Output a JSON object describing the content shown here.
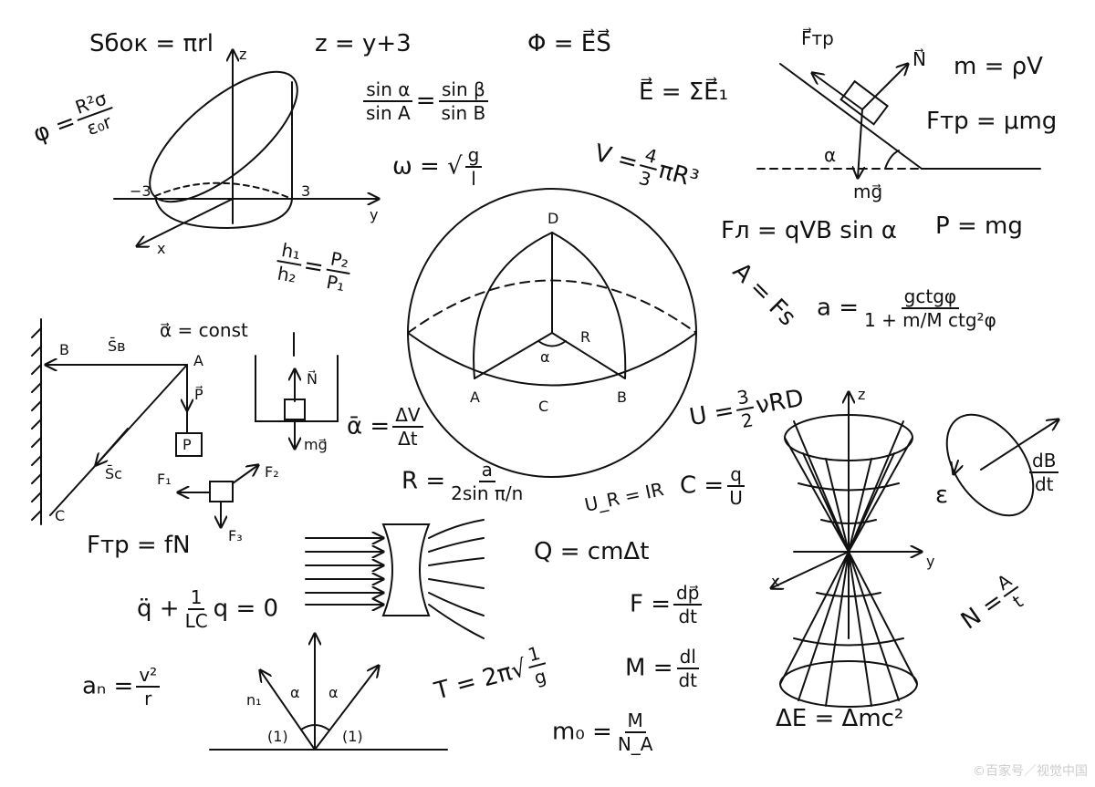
{
  "formulas": {
    "s_side": "Sбок = πrl",
    "z_eq": "z = y+3",
    "flux": "Φ = E⃗S⃗",
    "snell": {
      "n1": "sin α",
      "d1": "sin A",
      "eq": "=",
      "n2": "sin β",
      "d2": "sin B"
    },
    "e_sum": "E⃗ = ΣE⃗₁",
    "phi": {
      "lhs": "φ =",
      "num": "R²σ",
      "den": "ε₀r"
    },
    "ftr_label": "F⃗тр",
    "n_label": "N⃗",
    "m_rho": "m = ρV",
    "ftr_mg": "Fтр = μmg",
    "incline_alpha": "α",
    "incline_mg": "mg⃗",
    "omega": {
      "lhs": "ω = √",
      "num": "g",
      "den": "l"
    },
    "volume": {
      "lhs": "V =",
      "num": "4",
      "den": "3",
      "rhs": "πR³"
    },
    "lorentz": "Fл = qVB sin α",
    "p_mg": "P = mg",
    "hydro": {
      "n1": "h₁",
      "d1": "h₂",
      "eq": "=",
      "n2": "P₂",
      "d2": "P₁"
    },
    "work": "A = Fs",
    "accel": {
      "lhs": "a =",
      "num": "gctgφ",
      "den": "1 + m/M ctg²φ"
    },
    "alpha_const": "α⃗ = const",
    "tri": {
      "b": "B",
      "sb": "S̄в",
      "a": "A",
      "p": "P⃗",
      "box": "P",
      "sc": "S̄c",
      "c": "C"
    },
    "box_n": "N⃗",
    "box_mg": "mg⃗",
    "alpha_avg": {
      "lhs": "ᾱ =",
      "num": "ΔV",
      "den": "Δt"
    },
    "sphere": {
      "d": "D",
      "r": "R",
      "alpha": "α",
      "a": "A",
      "c": "C",
      "b": "B"
    },
    "energy": {
      "lhs": "U =",
      "num": "3",
      "den": "2",
      "rhs": "νRD"
    },
    "cyl": {
      "z": "z",
      "y": "y",
      "x": "x",
      "m3": "−3",
      "p3": "3"
    },
    "cone": {
      "z": "z",
      "y": "y",
      "x": "x"
    },
    "polygon": {
      "lhs": "R =",
      "num": "a",
      "den": "2sin π/n"
    },
    "ohm": "U_R = IR",
    "cap": {
      "lhs": "C =",
      "num": "q",
      "den": "U"
    },
    "emf": "ε",
    "faraday": {
      "num": "dB",
      "den": "dt"
    },
    "forces": {
      "f1": "F₁",
      "f2": "F₂",
      "f3": "F₃"
    },
    "friction": "Fтр = fN",
    "heat": "Q = cmΔt",
    "lc": {
      "lhs": "q̈ +",
      "num": "1",
      "den": "LC",
      "rhs": "q = 0"
    },
    "newton": {
      "lhs": "F =",
      "num": "dp⃗",
      "den": "dt"
    },
    "power": {
      "lhs": "N =",
      "num": "A",
      "den": "t"
    },
    "centripetal": {
      "lhs": "aₙ =",
      "num": "v²",
      "den": "r"
    },
    "pendulum": {
      "lhs": "T = 2π√",
      "num": "1",
      "den": "g"
    },
    "moment": {
      "lhs": "M =",
      "num": "dl",
      "den": "dt"
    },
    "mass_energy": "ΔE = Δmc²",
    "molar": {
      "lhs": "m₀ =",
      "num": "M",
      "den": "N_A"
    },
    "reflect": {
      "n1": "n₁",
      "a1": "α",
      "a2": "α",
      "one1": "(1)",
      "one2": "(1)"
    }
  },
  "watermark": "©百家号／视觉中国"
}
